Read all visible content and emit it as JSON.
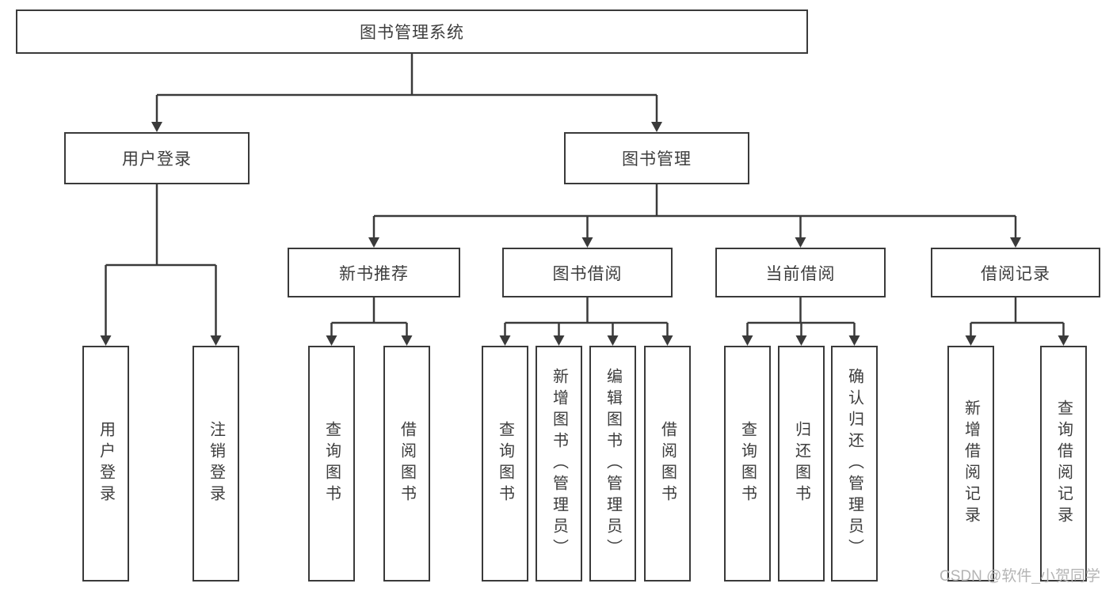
{
  "diagram": {
    "title": "图书管理系统",
    "branches": {
      "user": {
        "label": "用户登录",
        "children": {
          "login": "用户登录",
          "logout": "注销登录"
        }
      },
      "book": {
        "label": "图书管理",
        "sections": {
          "recommend": {
            "label": "新书推荐",
            "children": {
              "query": "查询图书",
              "borrow": "借阅图书"
            }
          },
          "borrowing": {
            "label": "图书借阅",
            "children": {
              "query": "查询图书",
              "add": "新增图书（管理员）",
              "edit": "编辑图书（管理员）",
              "borrow": "借阅图书"
            }
          },
          "current": {
            "label": "当前借阅",
            "children": {
              "query": "查询图书",
              "return": "归还图书",
              "confirm": "确认归还（管理员）"
            }
          },
          "records": {
            "label": "借阅记录",
            "children": {
              "add": "新增借阅记录",
              "query": "查询借阅记录"
            }
          }
        }
      }
    }
  },
  "watermark": "CSDN @软件_小贺同学",
  "colors": {
    "line": "#3a3a3a",
    "text": "#3d3d3d",
    "watermark_gray": "#b4b4b4",
    "background": "#ffffff"
  }
}
